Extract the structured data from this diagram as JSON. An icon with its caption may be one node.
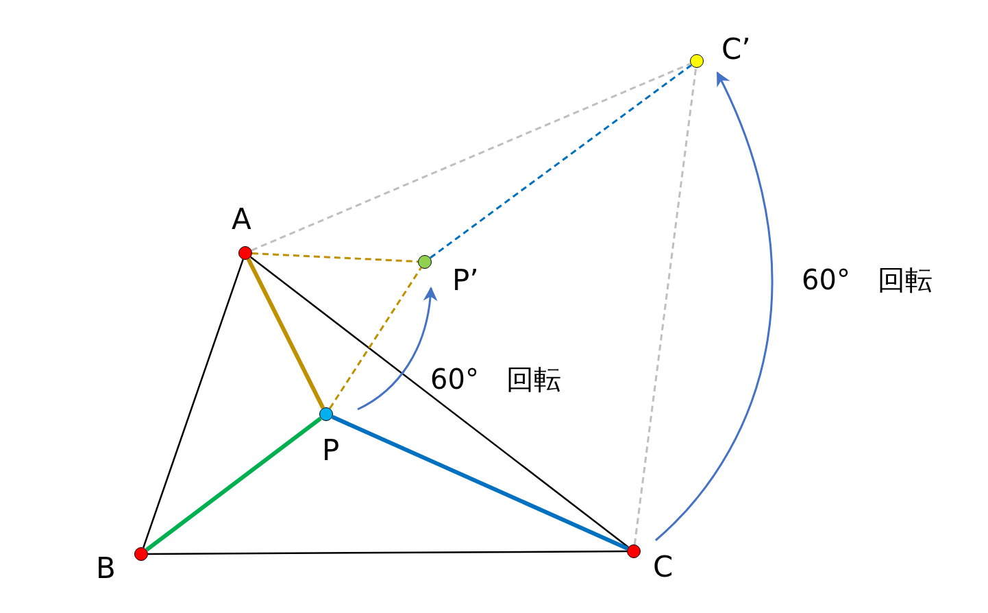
{
  "diagram": {
    "nodes": [
      {
        "text": [
          "C’"
        ]
      },
      {
        "text": [
          "A"
        ]
      },
      {
        "text": [
          "P’"
        ]
      },
      {
        "text": [
          "P"
        ]
      },
      {
        "text": [
          "B"
        ]
      },
      {
        "text": [
          "C"
        ]
      }
    ],
    "edges": [
      {
        "from": 1,
        "to": 4,
        "arrow": "none"
      },
      {
        "from": 1,
        "to": 5,
        "arrow": "none"
      },
      {
        "from": 4,
        "to": 5,
        "arrow": "none"
      },
      {
        "from": 1,
        "to": 3,
        "arrow": "none",
        "style": "thick",
        "color": "#bf9000"
      },
      {
        "from": 4,
        "to": 3,
        "arrow": "none",
        "style": "thick",
        "color": "#00b050"
      },
      {
        "from": 3,
        "to": 5,
        "arrow": "none",
        "style": "thick",
        "color": "#0070c0"
      },
      {
        "from": 1,
        "to": 2,
        "arrow": "none",
        "style": "dashed",
        "color": "#bf9000"
      },
      {
        "from": 3,
        "to": 2,
        "arrow": "none",
        "style": "dashed",
        "color": "#bf9000"
      },
      {
        "from": 2,
        "to": 0,
        "arrow": "none",
        "style": "dashed",
        "color": "#0070c0"
      },
      {
        "from": 1,
        "to": 0,
        "arrow": "none",
        "style": "dashed",
        "color": "#bfbfbf"
      },
      {
        "from": 5,
        "to": 0,
        "arrow": "none",
        "style": "dashed",
        "color": "#bfbfbf"
      }
    ],
    "labels": [
      "60°　回転",
      "60°　回転"
    ]
  }
}
